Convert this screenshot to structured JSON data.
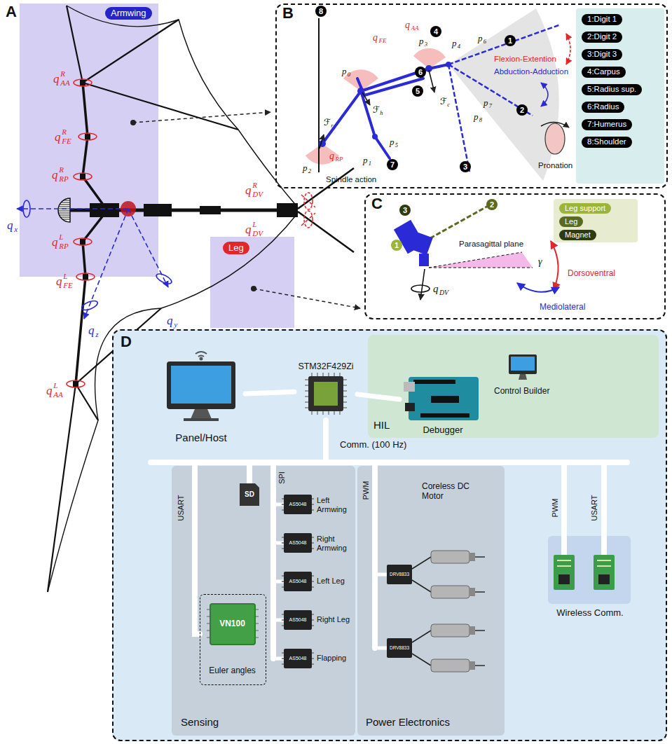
{
  "diagram": {
    "nodes": [
      {
        "text": [
          "Armwing"
        ]
      },
      {
        "text": [
          "Leg"
        ]
      },
      {
        "text": [
          "B"
        ]
      },
      {
        "text": [
          "1:Digit 1"
        ],
        "in": 2
      },
      {
        "text": [
          "2:Digit 2"
        ],
        "in": 2
      },
      {
        "text": [
          "3:Digit 3"
        ],
        "in": 2
      },
      {
        "text": [
          "4:Carpus"
        ],
        "in": 2
      },
      {
        "text": [
          "5:Radius sup."
        ],
        "in": 2
      },
      {
        "text": [
          "6:Radius"
        ],
        "in": 2
      },
      {
        "text": [
          "7:Humerus"
        ],
        "in": 2
      },
      {
        "text": [
          "8:Shoulder"
        ],
        "in": 2
      },
      {
        "text": [
          "C"
        ]
      },
      {
        "text": [
          "Leg support"
        ],
        "in": 11
      },
      {
        "text": [
          "Leg"
        ],
        "in": 11
      },
      {
        "text": [
          "Magnet"
        ],
        "in": 11
      },
      {
        "text": [
          "D"
        ]
      },
      {
        "text": [
          "HIL"
        ],
        "in": 15
      },
      {
        "text": [
          "Panel/Host"
        ],
        "in": 15
      },
      {
        "text": [
          "STM32F429Zi"
        ],
        "in": 15
      },
      {
        "text": [
          "Debugger"
        ],
        "in": 16
      },
      {
        "text": [
          "Sensing"
        ],
        "in": 15
      },
      {
        "text": [
          "VN100",
          "Euler angles"
        ],
        "in": 20
      },
      {
        "text": [
          "Power Electronics"
        ],
        "in": 15
      },
      {
        "text": [
          "Wireless Comm."
        ],
        "in": 15
      }
    ],
    "edges": [
      {
        "from": 17,
        "to": 18,
        "arrow": "none"
      },
      {
        "from": 18,
        "to": 19,
        "arrow": "none"
      }
    ],
    "labels": [
      "A",
      "q",
      "R",
      "AA",
      "q",
      "R",
      "FE",
      "q",
      "R",
      "RP",
      "q",
      "x",
      "q",
      "L",
      "RP",
      "q",
      "L",
      "FE",
      "q",
      "z",
      "q",
      "y",
      "q",
      "L",
      "AA",
      "q",
      "R",
      "DV",
      "q",
      "L",
      "DV",
      "8",
      "q",
      "FE",
      "q",
      "AA",
      "p",
      "3",
      "4",
      "p",
      "4",
      "p",
      "6",
      "1",
      "Flexion-Extention",
      "Abduction-Adduction",
      "p",
      "0",
      "6",
      "5",
      "ℱ",
      "c",
      "p",
      "7",
      "ℱ",
      "r",
      "ℱ",
      "h",
      "2",
      "p",
      "8",
      "p",
      "2",
      "q",
      "RP",
      "p",
      "5",
      "p",
      "1",
      "7",
      "3",
      "Spindle action",
      "Pronation",
      "3",
      "2",
      "1",
      "Parasagittal plane",
      "γ",
      "Dorsoventral",
      "Mediolateral",
      "q",
      "DV",
      "Control Builder",
      "Comm. (100 Hz)",
      "USART",
      "SD",
      "SPI",
      "AS5048",
      "AS5048",
      "AS5048",
      "AS5048",
      "AS5048",
      "Left Armwing",
      "Right Armwing",
      "Left Leg",
      "Right Leg",
      "Flapping",
      "PWM",
      "Coreless DC Motor",
      "DRV8833",
      "DRV8833",
      "PWM",
      "USART"
    ]
  }
}
